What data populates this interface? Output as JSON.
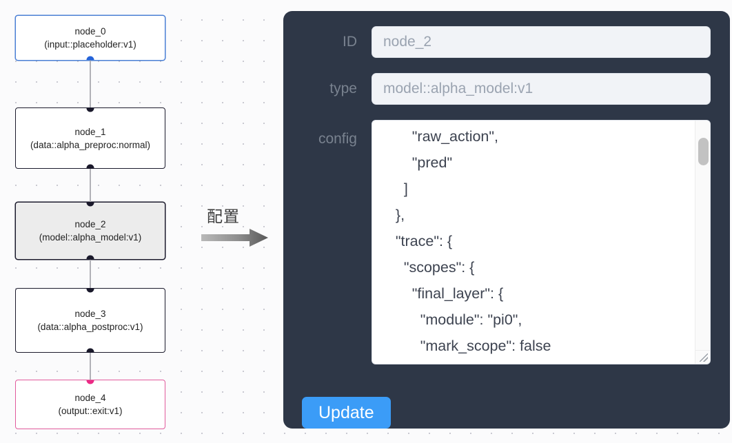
{
  "flow": {
    "transition_label": "配置",
    "nodes": [
      {
        "id": "node_0",
        "type": "(input::placeholder:v1)",
        "state": "input"
      },
      {
        "id": "node_1",
        "type": "(data::alpha_preproc:normal)",
        "state": "default"
      },
      {
        "id": "node_2",
        "type": "(model::alpha_model:v1)",
        "state": "selected"
      },
      {
        "id": "node_3",
        "type": "(data::alpha_postproc:v1)",
        "state": "default"
      },
      {
        "id": "node_4",
        "type": "(output::exit:v1)",
        "state": "output"
      }
    ],
    "colors": {
      "input_border": "#4a7fd4",
      "output_border": "#e15a9c",
      "default_border": "#1a192b",
      "selected_fill": "#ececec",
      "edge": "#b1b1b7",
      "handle": "#1a192b",
      "handle_input": "#2563d9",
      "handle_output": "#ec2a85"
    }
  },
  "panel": {
    "background": "#2e3747",
    "fields": {
      "id": {
        "label": "ID",
        "value": "node_2"
      },
      "type": {
        "label": "type",
        "value": "model::alpha_model:v1"
      },
      "config": {
        "label": "config",
        "value": "        \"raw_action\",\n        \"pred\"\n      ]\n    },\n    \"trace\": {\n      \"scopes\": {\n        \"final_layer\": {\n          \"module\": \"pi0\",\n          \"mark_scope\": false\n        },\n        \"action_model\": {"
      }
    },
    "update_label": "Update",
    "accent": "#3b9cf7"
  }
}
